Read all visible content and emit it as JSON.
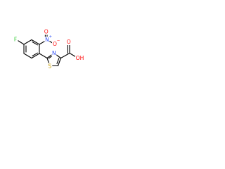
{
  "molecule": {
    "atoms": {
      "fluorine": {
        "label": "F",
        "color": "#33cc33"
      },
      "nitro_nitrogen": {
        "label": "N",
        "color": "#3050f8",
        "charge": "+"
      },
      "nitro_oxygen_double": {
        "label": "O",
        "color": "#ff0d0d"
      },
      "nitro_oxygen_single": {
        "label": "O",
        "color": "#ff0d0d",
        "charge": "−"
      },
      "thiazole_sulfur": {
        "label": "S",
        "color": "#c8a000"
      },
      "thiazole_nitrogen": {
        "label": "N",
        "color": "#3050f8"
      },
      "carbonyl_oxygen": {
        "label": "O",
        "color": "#ff0d0d"
      },
      "hydroxyl": {
        "label": "OH",
        "color": "#ff0d0d"
      }
    },
    "bond_color": "#000000"
  }
}
